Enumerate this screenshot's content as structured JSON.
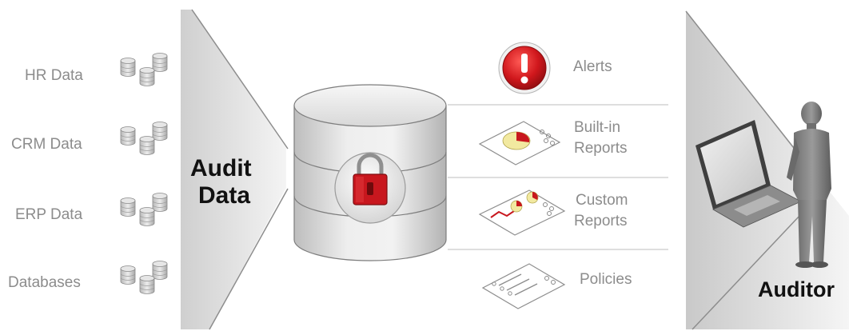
{
  "sources": [
    {
      "label": "HR Data",
      "icon": "database-cluster-icon"
    },
    {
      "label": "CRM Data",
      "icon": "database-cluster-icon"
    },
    {
      "label": "ERP Data",
      "icon": "database-cluster-icon"
    },
    {
      "label": "Databases",
      "icon": "database-cluster-icon"
    }
  ],
  "audit_data": {
    "line1": "Audit",
    "line2": "Data"
  },
  "center": {
    "icon": "padlock-database-icon"
  },
  "outputs": [
    {
      "line1": "Alerts",
      "line2": "",
      "icon": "alert-icon"
    },
    {
      "line1": "Built-in",
      "line2": "Reports",
      "icon": "report-chart-icon"
    },
    {
      "line1": "Custom",
      "line2": "Reports",
      "icon": "custom-report-icon"
    },
    {
      "line1": "Policies",
      "line2": "",
      "icon": "policy-document-icon"
    }
  ],
  "auditor": {
    "label": "Auditor",
    "icon": "person-laptop-icon"
  },
  "colors": {
    "accent_red": "#c8171e",
    "label_gray": "#8c8c8c",
    "panel_gray": "#d9d9d9"
  }
}
